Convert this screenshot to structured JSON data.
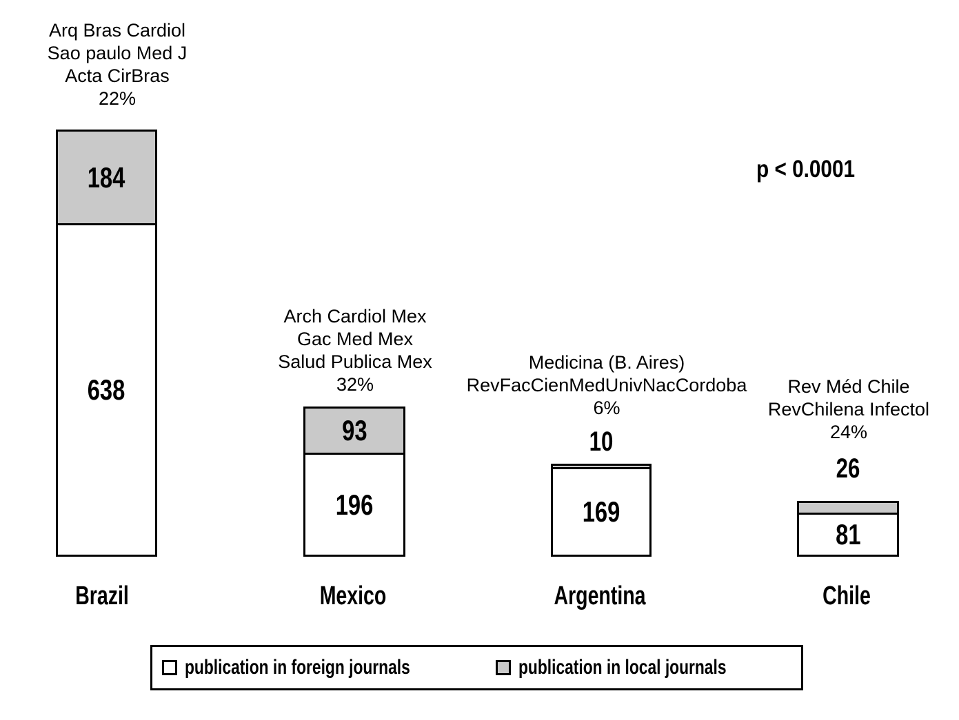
{
  "chart_data": {
    "type": "bar",
    "stacked": true,
    "title": "",
    "xlabel": "",
    "ylabel": "",
    "grid": false,
    "axes_visible": false,
    "legend_position": "bottom",
    "categories": [
      "Brazil",
      "Mexico",
      "Argentina",
      "Chile"
    ],
    "series": [
      {
        "name": "publication in foreign journals",
        "swatch_color": "#ffffff",
        "values": [
          638,
          196,
          169,
          81
        ]
      },
      {
        "name": "publication in local journals",
        "swatch_color": "#c9c9c9",
        "values": [
          184,
          93,
          10,
          26
        ]
      }
    ],
    "annotations": [
      {
        "category": "Brazil",
        "lines": [
          "Arq Bras Cardiol",
          "Sao paulo Med J",
          "Acta CirBras"
        ],
        "percent_local": "22%"
      },
      {
        "category": "Mexico",
        "lines": [
          "Arch Cardiol Mex",
          "Gac Med Mex",
          "Salud Publica Mex"
        ],
        "percent_local": "32%"
      },
      {
        "category": "Argentina",
        "lines": [
          "Medicina (B. Aires)",
          "RevFacCienMedUnivNacCordoba"
        ],
        "percent_local": "6%"
      },
      {
        "category": "Chile",
        "lines": [
          "Rev Méd Chile",
          "RevChilena Infectol"
        ],
        "percent_local": "24%"
      }
    ],
    "stat_annotation": "p < 0.0001"
  },
  "legend": {
    "items": [
      {
        "label": "publication in foreign journals",
        "swatch": "#ffffff"
      },
      {
        "label": "publication in local journals",
        "swatch": "#c9c9c9"
      }
    ]
  },
  "colors": {
    "background": "#ffffff",
    "bar_border": "#000000",
    "foreign_fill": "#ffffff",
    "local_fill": "#c9c9c9",
    "text": "#000000"
  }
}
